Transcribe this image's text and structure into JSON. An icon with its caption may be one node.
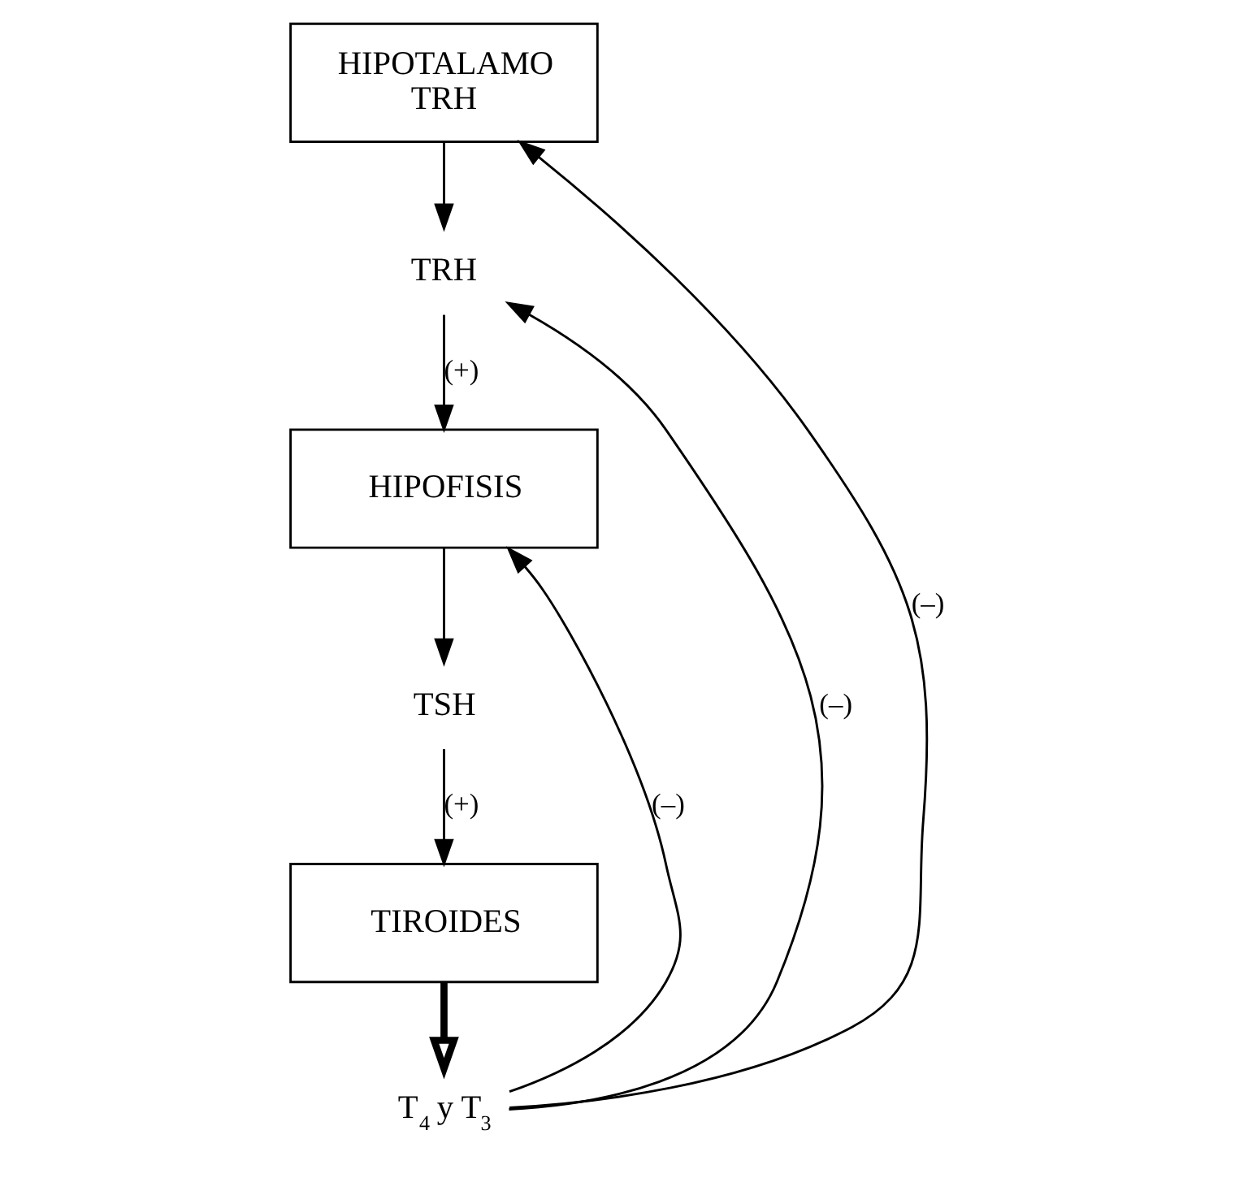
{
  "diagram": {
    "nodes": [
      {
        "text": [
          "HIPOTALAMO",
          "TRH"
        ]
      },
      {
        "text": [
          "TRH"
        ]
      },
      {
        "text": [
          "HIPOFISIS"
        ]
      },
      {
        "text": [
          "TSH"
        ]
      },
      {
        "text": [
          "TIROIDES"
        ]
      },
      {
        "text": [
          "T$_{4}$ y T$_{3}$"
        ]
      }
    ],
    "edges": [
      {
        "from": 0,
        "to": 1,
        "arrow": "to"
      },
      {
        "from": 1,
        "to": 2,
        "arrow": "to",
        "label": "(+)"
      },
      {
        "from": 2,
        "to": 3,
        "arrow": "to"
      },
      {
        "from": 3,
        "to": 4,
        "arrow": "to",
        "label": "(+)"
      },
      {
        "from": 4,
        "to": 5,
        "arrow": "to",
        "style": "thick"
      },
      {
        "from": 5,
        "to": 0,
        "arrow": "to",
        "label": "(–)"
      },
      {
        "from": 5,
        "to": 2,
        "arrow": "to",
        "label": "(–)"
      },
      {
        "from": 5,
        "to": 1,
        "arrow": "to",
        "label": "(–)"
      }
    ]
  }
}
